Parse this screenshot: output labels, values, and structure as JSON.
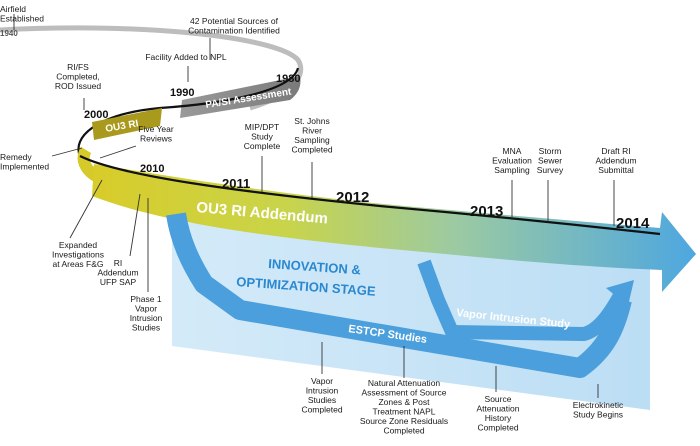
{
  "colors": {
    "arc_grey": "#b8b8b8",
    "pa_band": "#8a8a8a",
    "ou3_band": "#a89a20",
    "addendum_start": "#d4c52a",
    "addendum_mid": "#a8cf9a",
    "addendum_end": "#4aa3df",
    "blue_panel": "#bfe0f5",
    "blue_arrow": "#4a9fdc",
    "timeline": "#111111",
    "text": "#1a1a1a"
  },
  "years": {
    "y1940": "1940",
    "y1980": "1980",
    "y1990": "1990",
    "y2000": "2000",
    "y2010": "2010",
    "y2011": "2011",
    "y2012": "2012",
    "y2013": "2013",
    "y2014": "2014"
  },
  "bands": {
    "pa_si": "PA/SI Assessment",
    "ou3_ri": "OU3 RI",
    "addendum": "OU3 RI Addendum"
  },
  "stage": {
    "line1": "INNOVATION &",
    "line2": "OPTIMIZATION STAGE"
  },
  "arrows": {
    "vapor": "Vapor Intrusion Study",
    "estcp": "ESTCP Studies"
  },
  "labels": {
    "airfield": [
      "Airfield",
      "Established"
    ],
    "sources": [
      "42 Potential Sources of",
      "Contamination Identified"
    ],
    "npl": [
      "Facility Added to NPL"
    ],
    "rifs": [
      "RI/FS",
      "Completed,",
      "ROD Issued"
    ],
    "five_year": [
      "Five Year",
      "Reviews"
    ],
    "remedy": [
      "Remedy",
      "Implemented"
    ],
    "mip": [
      "MIP/DPT",
      "Study",
      "Complete"
    ],
    "stjohns": [
      "St. Johns",
      "River",
      "Sampling",
      "Completed"
    ],
    "mna": [
      "MNA",
      "Evaluation",
      "Sampling"
    ],
    "storm": [
      "Storm",
      "Sewer",
      "Survey"
    ],
    "draft": [
      "Draft RI",
      "Addendum",
      "Submittal"
    ],
    "expanded": [
      "Expanded",
      "Investigations",
      "at Areas F&G"
    ],
    "ri_addendum_ufp": [
      "RI",
      "Addendum",
      "UFP SAP"
    ],
    "phase1": [
      "Phase 1",
      "Vapor",
      "Intrusion",
      "Studies"
    ],
    "vapor_completed": [
      "Vapor",
      "Intrusion",
      "Studies",
      "Completed"
    ],
    "natural_attenuation": [
      "Natural Attenuation",
      "Assessment of Source",
      "Zones & Post",
      "Treatment NAPL",
      "Source Zone Residuals",
      "Completed"
    ],
    "source_attenuation": [
      "Source",
      "Attenuation",
      "History",
      "Completed"
    ],
    "electrokinetic": [
      "Electrokinetic",
      "Study Begins"
    ]
  }
}
